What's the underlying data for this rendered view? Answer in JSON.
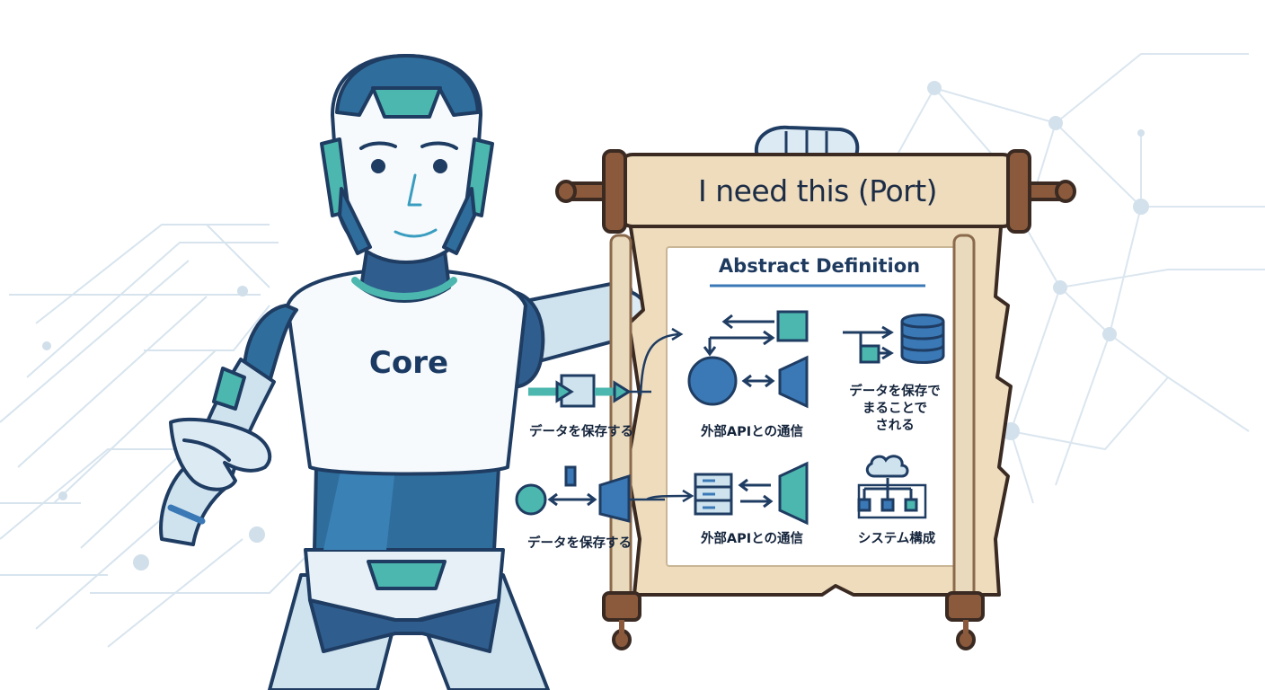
{
  "scroll": {
    "title": "I need this (Port)",
    "heading": "Abstract Definition"
  },
  "core": {
    "label": "Core"
  },
  "captions": {
    "left_top": "データを保存する",
    "left_bottom": "データを保存する",
    "middle_top": "外部APIとの通信",
    "middle_bottom": "外部APIとの通信",
    "right_top": "データを保存で\nまることで\nされる",
    "right_bottom": "システム構成"
  },
  "colors": {
    "navy": "#1f3c62",
    "blue": "#3a79b6",
    "teal": "#4cb7ae",
    "light_blue": "#cfe3ef",
    "parchment": "#eedcbd",
    "rod_brown": "#8b5a3c",
    "network_line": "#d5e2ec"
  }
}
